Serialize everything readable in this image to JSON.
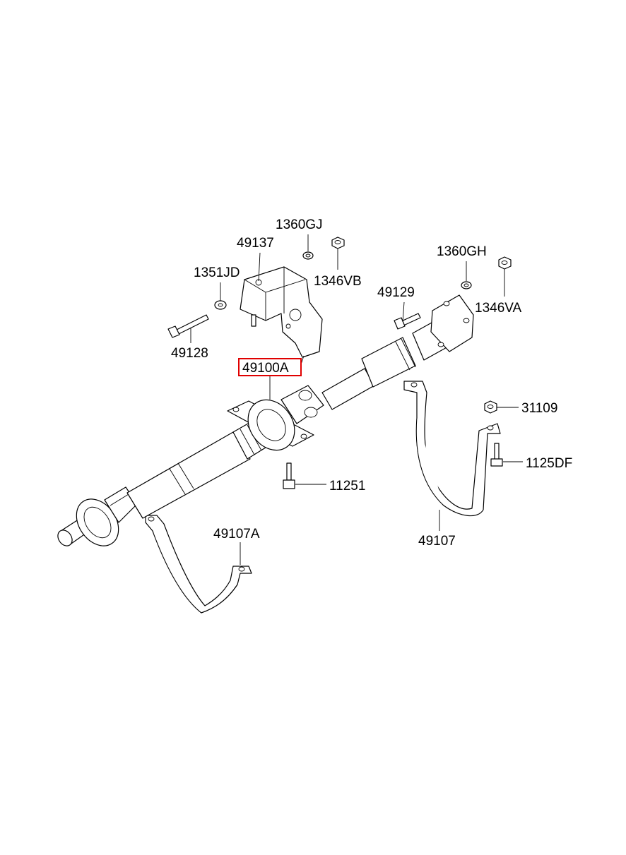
{
  "labels": {
    "p_1360GJ": "1360GJ",
    "p_49137": "49137",
    "p_1351JD": "1351JD",
    "p_1346VB": "1346VB",
    "p_1360GH": "1360GH",
    "p_49129": "49129",
    "p_1346VA": "1346VA",
    "p_49128": "49128",
    "p_49100A": "49100A",
    "p_31109": "31109",
    "p_1125DF": "1125DF",
    "p_11251": "11251",
    "p_49107A": "49107A",
    "p_49107": "49107"
  },
  "highlight": {
    "part": "49100A",
    "color": "#e00000"
  }
}
